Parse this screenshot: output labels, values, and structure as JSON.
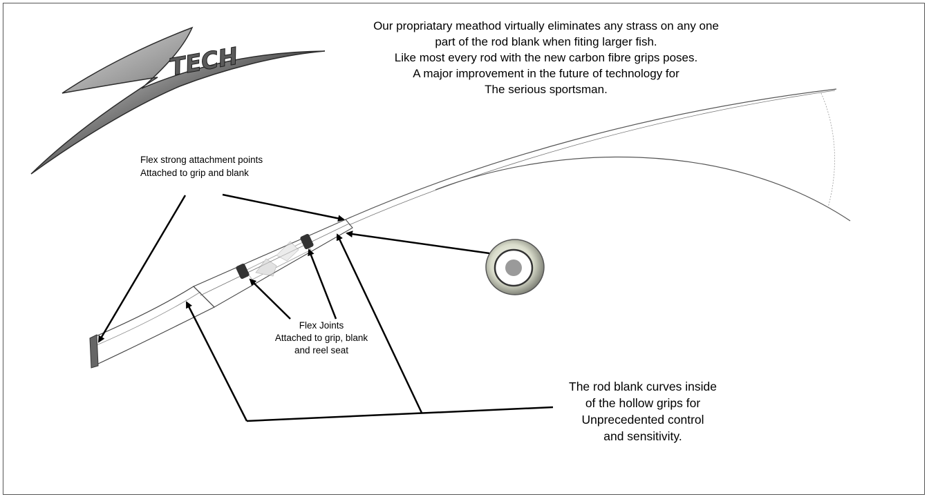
{
  "logo": {
    "letter": "Z",
    "word": "TECH"
  },
  "headline": {
    "lines": [
      "Our propriatary meathod virtually eliminates any strass on any one",
      "part of the rod blank when fiting larger fish.",
      "Like most every rod with the new carbon fibre grips poses.",
      "A major improvement in the future of technology for",
      "The serious sportsman."
    ]
  },
  "labels": {
    "attachment_points": [
      "Flex strong attachment points",
      "Attached to grip and blank"
    ],
    "flex_joints": [
      "Flex Joints",
      "Attached to grip, blank",
      "and reel seat"
    ],
    "rod_blank_note": [
      "The rod blank curves inside",
      "of the hollow grips for",
      "Unprecedented control",
      "and sensitivity."
    ]
  },
  "colors": {
    "logo_dark": "#3a3a3a",
    "logo_light": "#d8d8d8",
    "line": "#000000",
    "rod": "#555555"
  }
}
